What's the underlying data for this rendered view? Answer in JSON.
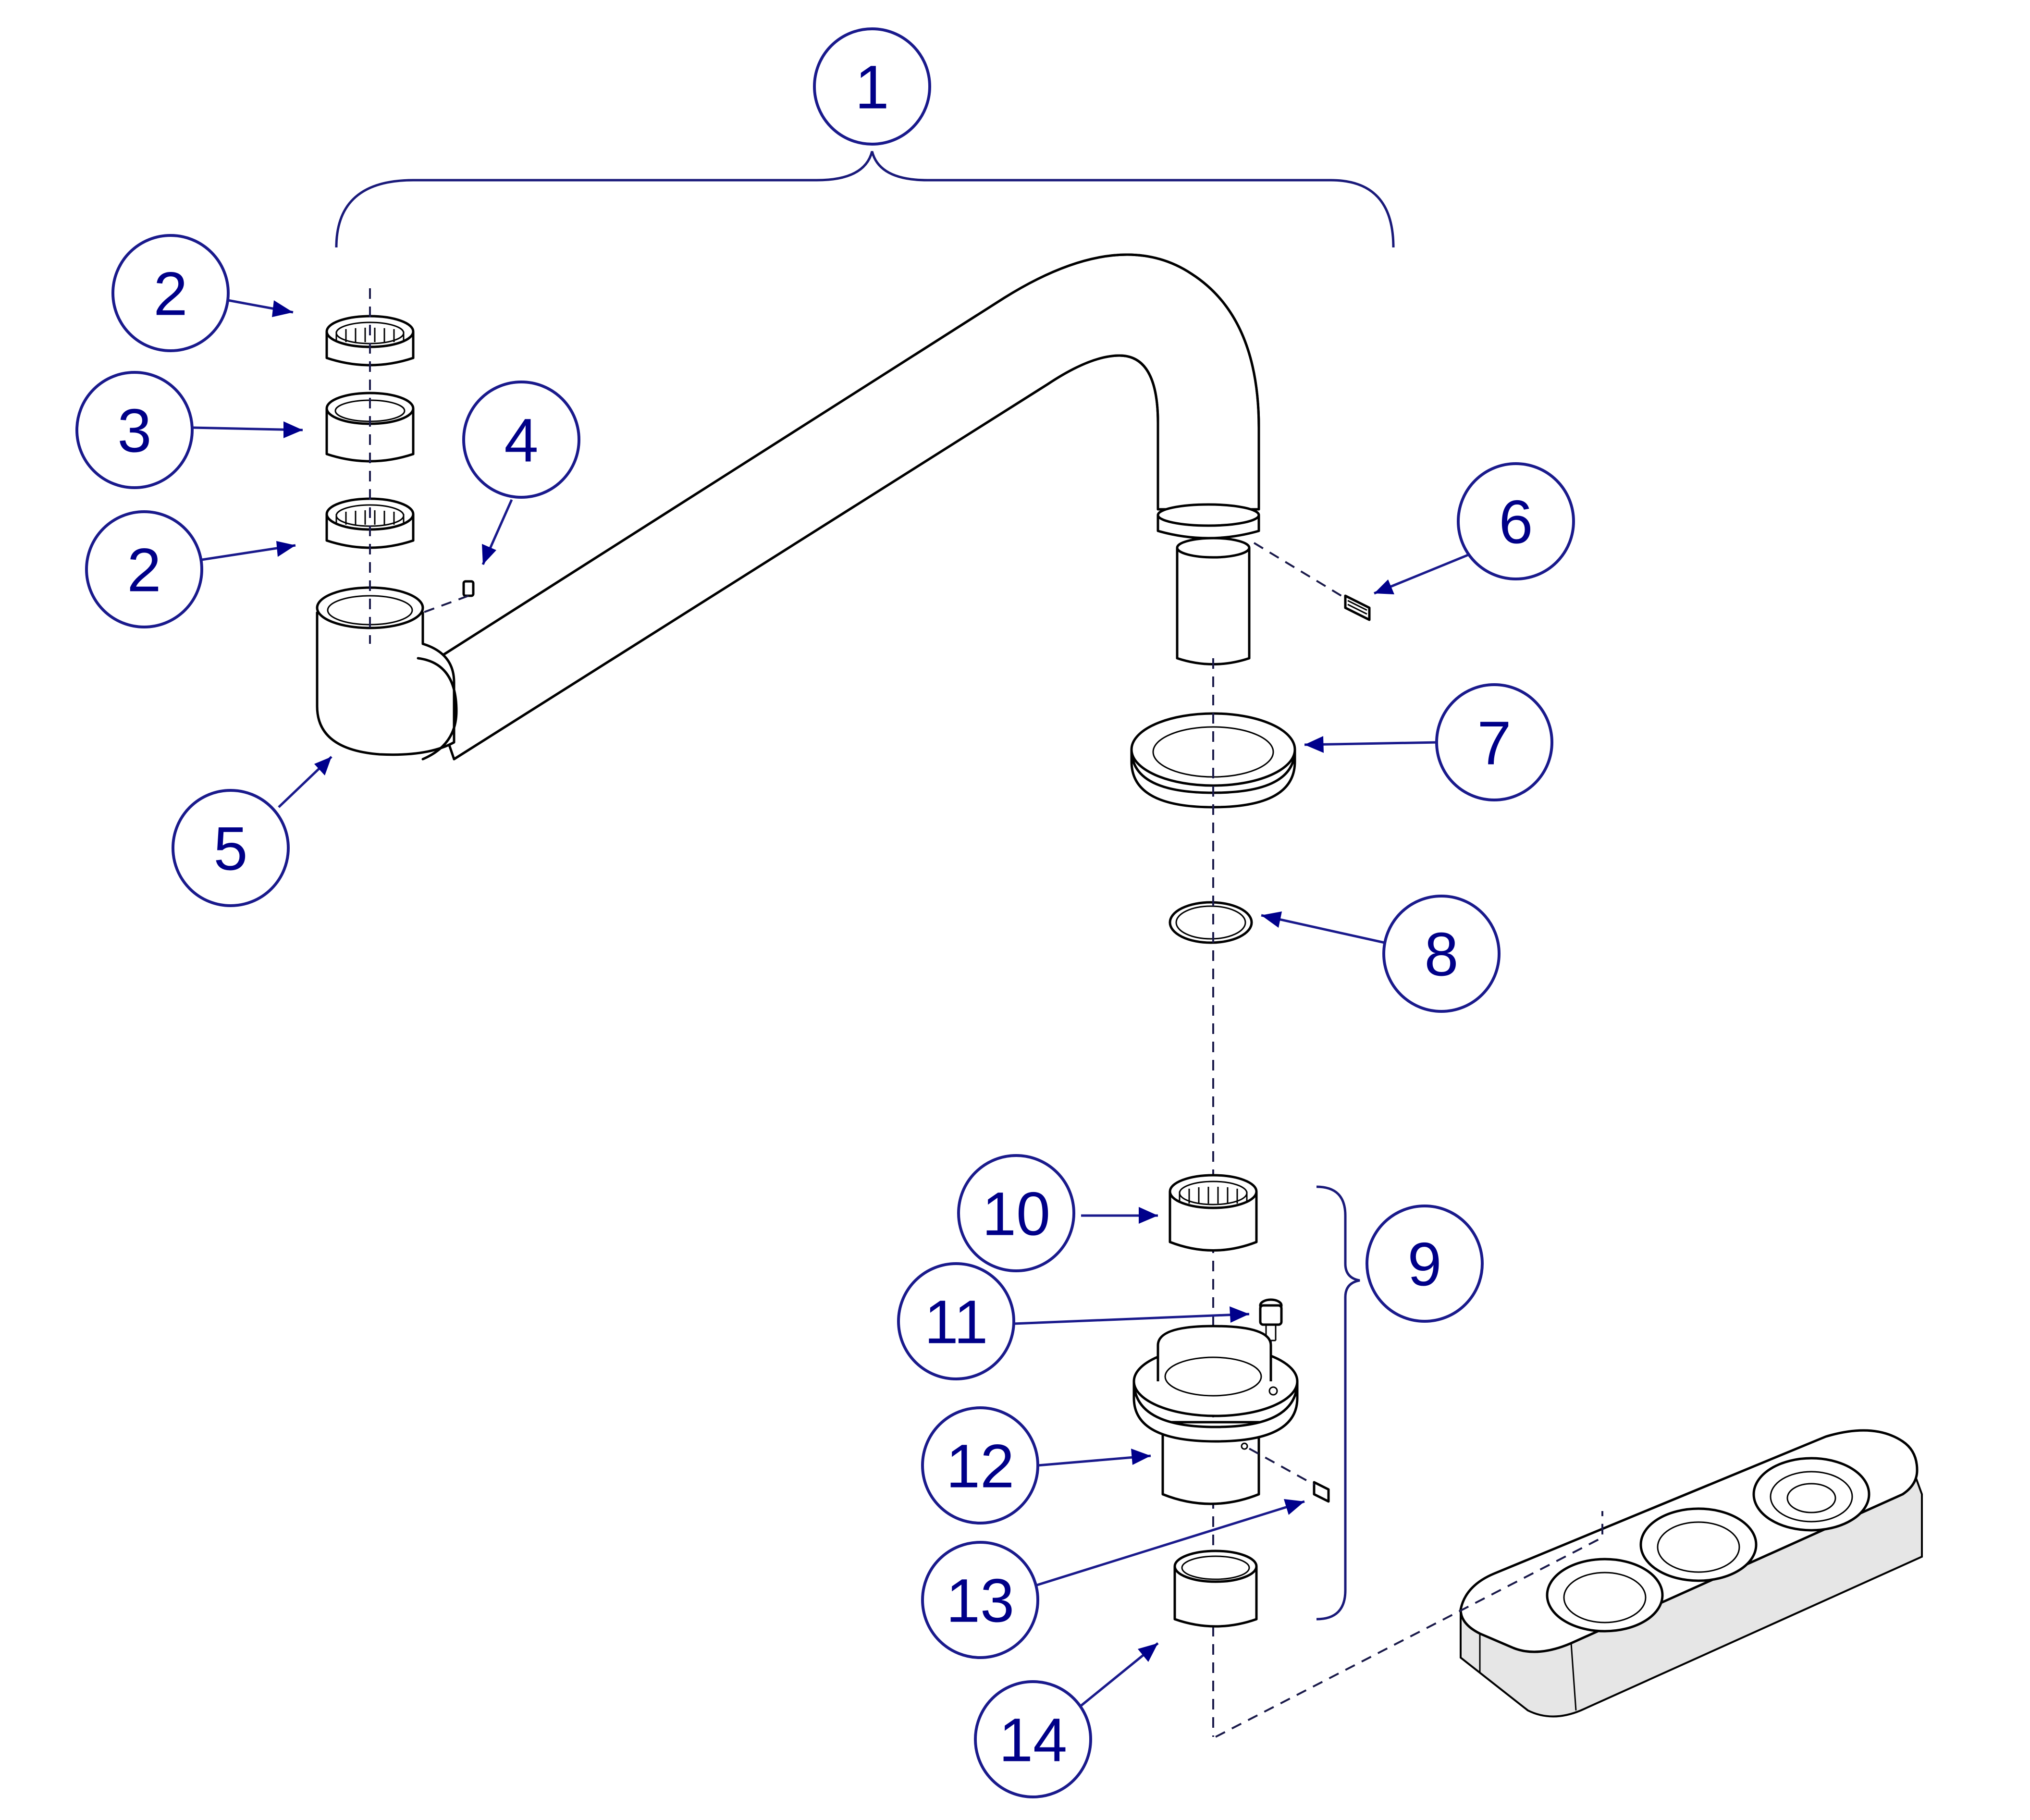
{
  "callouts": [
    {
      "id": "balloon-1",
      "label": "1"
    },
    {
      "id": "balloon-2a",
      "label": "2"
    },
    {
      "id": "balloon-3",
      "label": "3"
    },
    {
      "id": "balloon-4",
      "label": "4"
    },
    {
      "id": "balloon-2b",
      "label": "2"
    },
    {
      "id": "balloon-5",
      "label": "5"
    },
    {
      "id": "balloon-6",
      "label": "6"
    },
    {
      "id": "balloon-7",
      "label": "7"
    },
    {
      "id": "balloon-8",
      "label": "8"
    },
    {
      "id": "balloon-9",
      "label": "9"
    },
    {
      "id": "balloon-10",
      "label": "10"
    },
    {
      "id": "balloon-11",
      "label": "11"
    },
    {
      "id": "balloon-12",
      "label": "12"
    },
    {
      "id": "balloon-13",
      "label": "13"
    },
    {
      "id": "balloon-14",
      "label": "14"
    }
  ],
  "colors": {
    "balloon_text": "#000088",
    "balloon_outline": "#1a1a8c",
    "line_art": "#000000"
  }
}
